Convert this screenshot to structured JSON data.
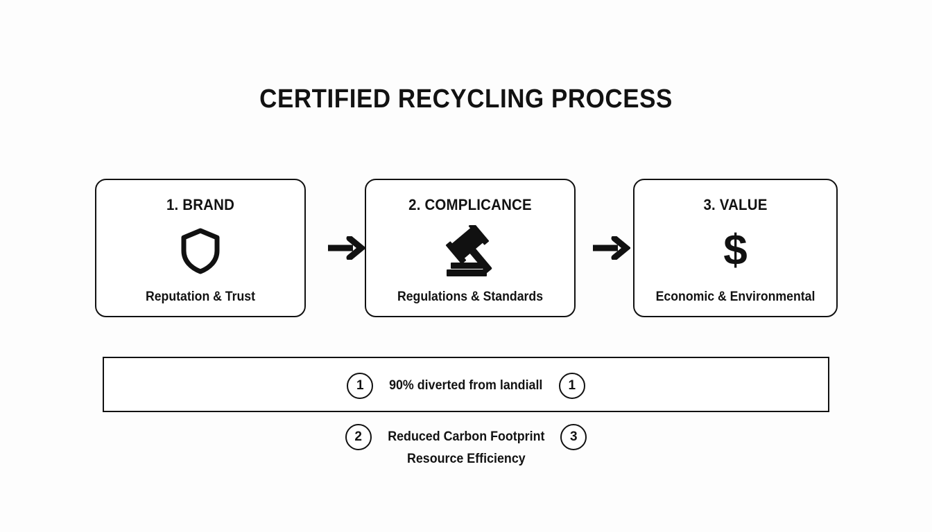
{
  "page": {
    "title": "CERTIFIED RECYCLING PROCESS",
    "background_color": "#fdfdfd",
    "ink_color": "#111111"
  },
  "process": {
    "arrow_1": "→",
    "arrow_2": "→",
    "steps": [
      {
        "heading": "1. BRAND",
        "icon": "shield-icon",
        "label": "Reputation & Trust"
      },
      {
        "heading": "2. COMPLICANCE",
        "icon": "gavel-icon",
        "label": "Regulations & Standards"
      },
      {
        "heading": "3. VALUE",
        "icon": "dollar-sign-icon",
        "icon_glyph": "$",
        "label": "Economic & Environmental"
      }
    ]
  },
  "metrics": {
    "rows": [
      {
        "left_badge": "1",
        "text_line_1": "90% diverted from landiall",
        "text_line_2": "",
        "right_badge": "1"
      },
      {
        "left_badge": "2",
        "text_line_1": "Reduced Carbon Footprint",
        "text_line_2": "Resource Efficiency",
        "right_badge": "3"
      }
    ]
  }
}
